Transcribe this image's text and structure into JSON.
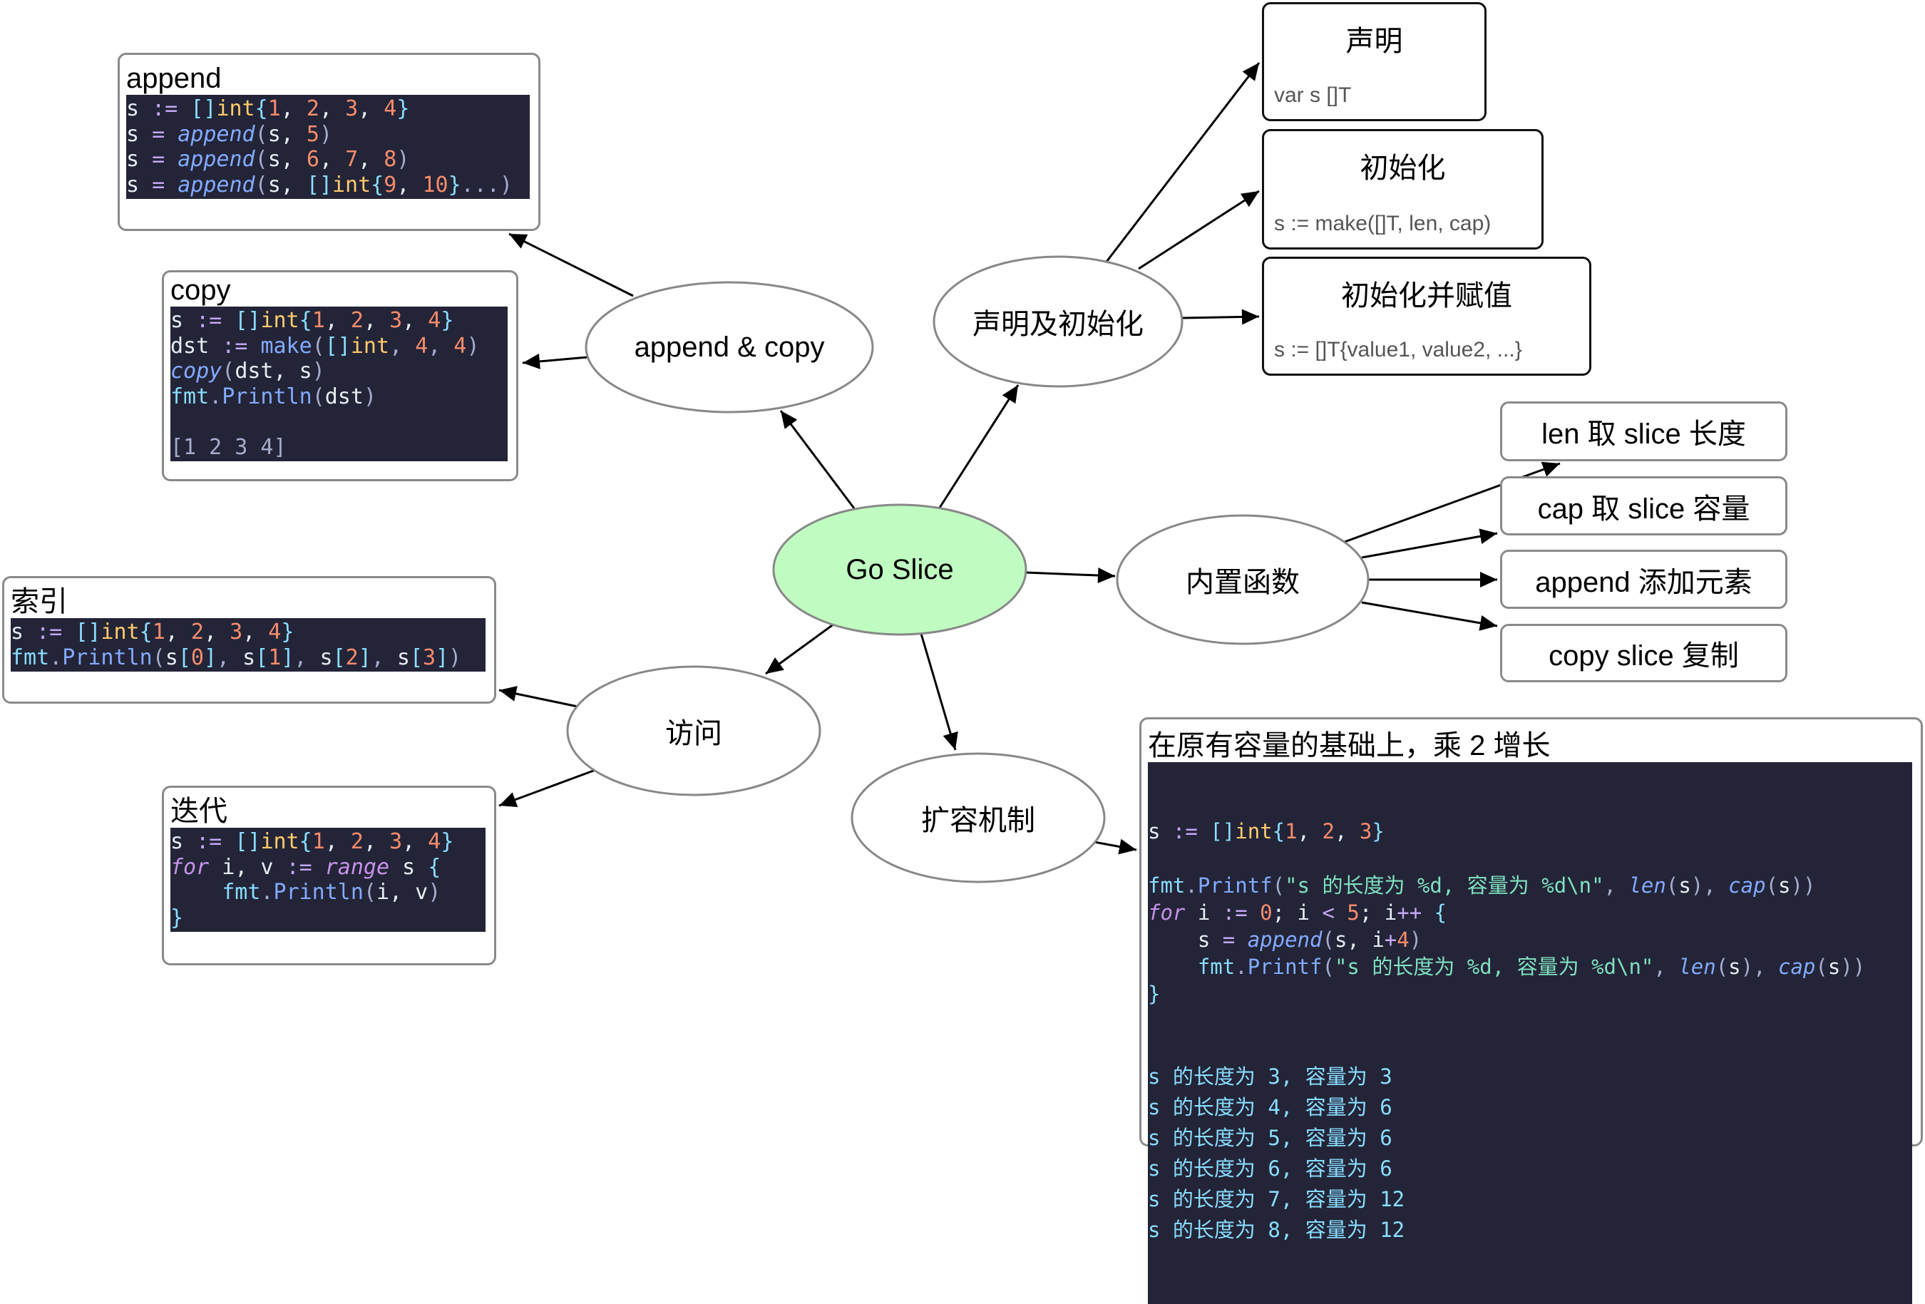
{
  "center": {
    "label": "Go Slice",
    "fill": "#c0fcc1"
  },
  "branches": {
    "append_copy": "append & copy",
    "declare_init": "声明及初始化",
    "builtins": "内置函数",
    "access": "访问",
    "growth": "扩容机制"
  },
  "append_card": {
    "title": "append",
    "lines": [
      [
        [
          "s",
          "t"
        ],
        [
          " := ",
          "op"
        ],
        [
          "[]",
          "br"
        ],
        [
          "int",
          "ty"
        ],
        [
          "{",
          "br"
        ],
        [
          "1",
          "num"
        ],
        [
          ", ",
          "t"
        ],
        [
          "2",
          "num"
        ],
        [
          ", ",
          "t"
        ],
        [
          "3",
          "num"
        ],
        [
          ", ",
          "t"
        ],
        [
          "4",
          "num"
        ],
        [
          "}",
          "br"
        ]
      ],
      [
        [
          "s",
          "t"
        ],
        [
          " = ",
          "op"
        ],
        [
          "append",
          "fn"
        ],
        [
          "(",
          "p"
        ],
        [
          "s, ",
          "t"
        ],
        [
          "5",
          "num"
        ],
        [
          ")",
          "p"
        ]
      ],
      [
        [
          "s",
          "t"
        ],
        [
          " = ",
          "op"
        ],
        [
          "append",
          "fn"
        ],
        [
          "(",
          "p"
        ],
        [
          "s, ",
          "t"
        ],
        [
          "6",
          "num"
        ],
        [
          ", ",
          "t"
        ],
        [
          "7",
          "num"
        ],
        [
          ", ",
          "t"
        ],
        [
          "8",
          "num"
        ],
        [
          ")",
          "p"
        ]
      ],
      [
        [
          "s",
          "t"
        ],
        [
          " = ",
          "op"
        ],
        [
          "append",
          "fn"
        ],
        [
          "(",
          "p"
        ],
        [
          "s, ",
          "t"
        ],
        [
          "[]",
          "br"
        ],
        [
          "int",
          "ty"
        ],
        [
          "{",
          "br"
        ],
        [
          "9",
          "num"
        ],
        [
          ", ",
          "t"
        ],
        [
          "10",
          "num"
        ],
        [
          "}",
          "br"
        ],
        [
          "...",
          "p"
        ],
        [
          ")",
          "p"
        ]
      ]
    ]
  },
  "copy_card": {
    "title": "copy",
    "lines": [
      [
        [
          "s",
          "t"
        ],
        [
          " := ",
          "op"
        ],
        [
          "[]",
          "br"
        ],
        [
          "int",
          "ty"
        ],
        [
          "{",
          "br"
        ],
        [
          "1",
          "num"
        ],
        [
          ", ",
          "t"
        ],
        [
          "2",
          "num"
        ],
        [
          ", ",
          "t"
        ],
        [
          "3",
          "num"
        ],
        [
          ", ",
          "t"
        ],
        [
          "4",
          "num"
        ],
        [
          "}",
          "br"
        ]
      ],
      [
        [
          "dst",
          "t"
        ],
        [
          " := ",
          "op"
        ],
        [
          "make",
          "call"
        ],
        [
          "(",
          "p"
        ],
        [
          "[]",
          "br"
        ],
        [
          "int",
          "ty"
        ],
        [
          ", ",
          "p"
        ],
        [
          "4",
          "num"
        ],
        [
          ", ",
          "p"
        ],
        [
          "4",
          "num"
        ],
        [
          ")",
          "p"
        ]
      ],
      [
        [
          "copy",
          "fn"
        ],
        [
          "(",
          "p"
        ],
        [
          "dst, s",
          "t"
        ],
        [
          ")",
          "p"
        ]
      ],
      [
        [
          "fmt",
          "pkg"
        ],
        [
          ".",
          "p"
        ],
        [
          "Println",
          "call"
        ],
        [
          "(",
          "p"
        ],
        [
          "dst",
          "t"
        ],
        [
          ")",
          "p"
        ]
      ],
      [
        [
          "",
          "t"
        ]
      ],
      [
        [
          "[1 2 3 4]",
          "res"
        ]
      ]
    ]
  },
  "index_card": {
    "title": "索引",
    "lines": [
      [
        [
          "s",
          "t"
        ],
        [
          " := ",
          "op"
        ],
        [
          "[]",
          "br"
        ],
        [
          "int",
          "ty"
        ],
        [
          "{",
          "br"
        ],
        [
          "1",
          "num"
        ],
        [
          ", ",
          "t"
        ],
        [
          "2",
          "num"
        ],
        [
          ", ",
          "t"
        ],
        [
          "3",
          "num"
        ],
        [
          ", ",
          "t"
        ],
        [
          "4",
          "num"
        ],
        [
          "}",
          "br"
        ]
      ],
      [
        [
          "fmt",
          "pkg"
        ],
        [
          ".",
          "p"
        ],
        [
          "Println",
          "call"
        ],
        [
          "(",
          "p"
        ],
        [
          "s",
          "t"
        ],
        [
          "[",
          "br"
        ],
        [
          "0",
          "num"
        ],
        [
          "]",
          "br"
        ],
        [
          ", ",
          "p"
        ],
        [
          "s",
          "t"
        ],
        [
          "[",
          "br"
        ],
        [
          "1",
          "num"
        ],
        [
          "]",
          "br"
        ],
        [
          ", ",
          "p"
        ],
        [
          "s",
          "t"
        ],
        [
          "[",
          "br"
        ],
        [
          "2",
          "num"
        ],
        [
          "]",
          "br"
        ],
        [
          ", ",
          "p"
        ],
        [
          "s",
          "t"
        ],
        [
          "[",
          "br"
        ],
        [
          "3",
          "num"
        ],
        [
          "]",
          "br"
        ],
        [
          ")",
          "p"
        ]
      ]
    ]
  },
  "iterate_card": {
    "title": "迭代",
    "lines": [
      [
        [
          "s",
          "t"
        ],
        [
          " := ",
          "op"
        ],
        [
          "[]",
          "br"
        ],
        [
          "int",
          "ty"
        ],
        [
          "{",
          "br"
        ],
        [
          "1",
          "num"
        ],
        [
          ", ",
          "t"
        ],
        [
          "2",
          "num"
        ],
        [
          ", ",
          "t"
        ],
        [
          "3",
          "num"
        ],
        [
          ", ",
          "t"
        ],
        [
          "4",
          "num"
        ],
        [
          "}",
          "br"
        ]
      ],
      [
        [
          "for",
          "kw"
        ],
        [
          " i, v ",
          "t"
        ],
        [
          ":=",
          "op"
        ],
        [
          " ",
          "t"
        ],
        [
          "range",
          "kw"
        ],
        [
          " s ",
          "t"
        ],
        [
          "{",
          "br"
        ]
      ],
      [
        [
          "    ",
          "t"
        ],
        [
          "fmt",
          "pkg"
        ],
        [
          ".",
          "p"
        ],
        [
          "Println",
          "call"
        ],
        [
          "(",
          "p"
        ],
        [
          "i, v",
          "t"
        ],
        [
          ")",
          "p"
        ]
      ],
      [
        [
          "}",
          "br"
        ]
      ]
    ]
  },
  "declare_card": {
    "title": "声明",
    "code": "var s []T"
  },
  "init_card": {
    "title": "初始化",
    "code": "s := make([]T, len, cap)"
  },
  "init_assign_card": {
    "title": "初始化并赋值",
    "code": "s := []T{value1, value2, ...}"
  },
  "builtin_cards": [
    "len 取 slice 长度",
    "cap 取 slice 容量",
    "append 添加元素",
    "copy slice 复制"
  ],
  "growth_card": {
    "title": "在原有容量的基础上，乘 2 增长",
    "lines": [
      [
        [
          "s",
          "t"
        ],
        [
          " := ",
          "op"
        ],
        [
          "[]",
          "br"
        ],
        [
          "int",
          "ty"
        ],
        [
          "{",
          "br"
        ],
        [
          "1",
          "num"
        ],
        [
          ", ",
          "t"
        ],
        [
          "2",
          "num"
        ],
        [
          ", ",
          "t"
        ],
        [
          "3",
          "num"
        ],
        [
          "}",
          "br"
        ]
      ],
      [
        [
          "",
          "t"
        ]
      ],
      [
        [
          "fmt",
          "pkg"
        ],
        [
          ".",
          "p"
        ],
        [
          "Printf",
          "call"
        ],
        [
          "(",
          "p"
        ],
        [
          "\"s 的长度为 %d, 容量为 %d\\n\"",
          "str2"
        ],
        [
          ", ",
          "p"
        ],
        [
          "len",
          "fn"
        ],
        [
          "(",
          "p"
        ],
        [
          "s",
          "t"
        ],
        [
          ")",
          "p"
        ],
        [
          ", ",
          "p"
        ],
        [
          "cap",
          "fn"
        ],
        [
          "(",
          "p"
        ],
        [
          "s",
          "t"
        ],
        [
          "))",
          "p"
        ]
      ],
      [
        [
          "for",
          "kw"
        ],
        [
          " i ",
          "t"
        ],
        [
          ":=",
          "op"
        ],
        [
          " ",
          "t"
        ],
        [
          "0",
          "num"
        ],
        [
          "; i ",
          "t"
        ],
        [
          "<",
          "op"
        ],
        [
          " ",
          "t"
        ],
        [
          "5",
          "num"
        ],
        [
          "; i",
          "t"
        ],
        [
          "++",
          "op"
        ],
        [
          " ",
          "t"
        ],
        [
          "{",
          "br"
        ]
      ],
      [
        [
          "    s ",
          "t"
        ],
        [
          "=",
          "op"
        ],
        [
          " ",
          "t"
        ],
        [
          "append",
          "fn"
        ],
        [
          "(",
          "p"
        ],
        [
          "s, i",
          "t"
        ],
        [
          "+",
          "op"
        ],
        [
          "4",
          "num"
        ],
        [
          ")",
          "p"
        ]
      ],
      [
        [
          "    ",
          "t"
        ],
        [
          "fmt",
          "pkg"
        ],
        [
          ".",
          "p"
        ],
        [
          "Printf",
          "call"
        ],
        [
          "(",
          "p"
        ],
        [
          "\"s 的长度为 %d, 容量为 %d\\n\"",
          "str2"
        ],
        [
          ", ",
          "p"
        ],
        [
          "len",
          "fn"
        ],
        [
          "(",
          "p"
        ],
        [
          "s",
          "t"
        ],
        [
          ")",
          "p"
        ],
        [
          ", ",
          "p"
        ],
        [
          "cap",
          "fn"
        ],
        [
          "(",
          "p"
        ],
        [
          "s",
          "t"
        ],
        [
          "))",
          "p"
        ]
      ],
      [
        [
          "}",
          "br"
        ]
      ]
    ],
    "output": [
      "s 的长度为 3, 容量为 3",
      "s 的长度为 4, 容量为 6",
      "s 的长度为 5, 容量为 6",
      "s 的长度为 6, 容量为 6",
      "s 的长度为 7, 容量为 12",
      "s 的长度为 8, 容量为 12"
    ]
  }
}
